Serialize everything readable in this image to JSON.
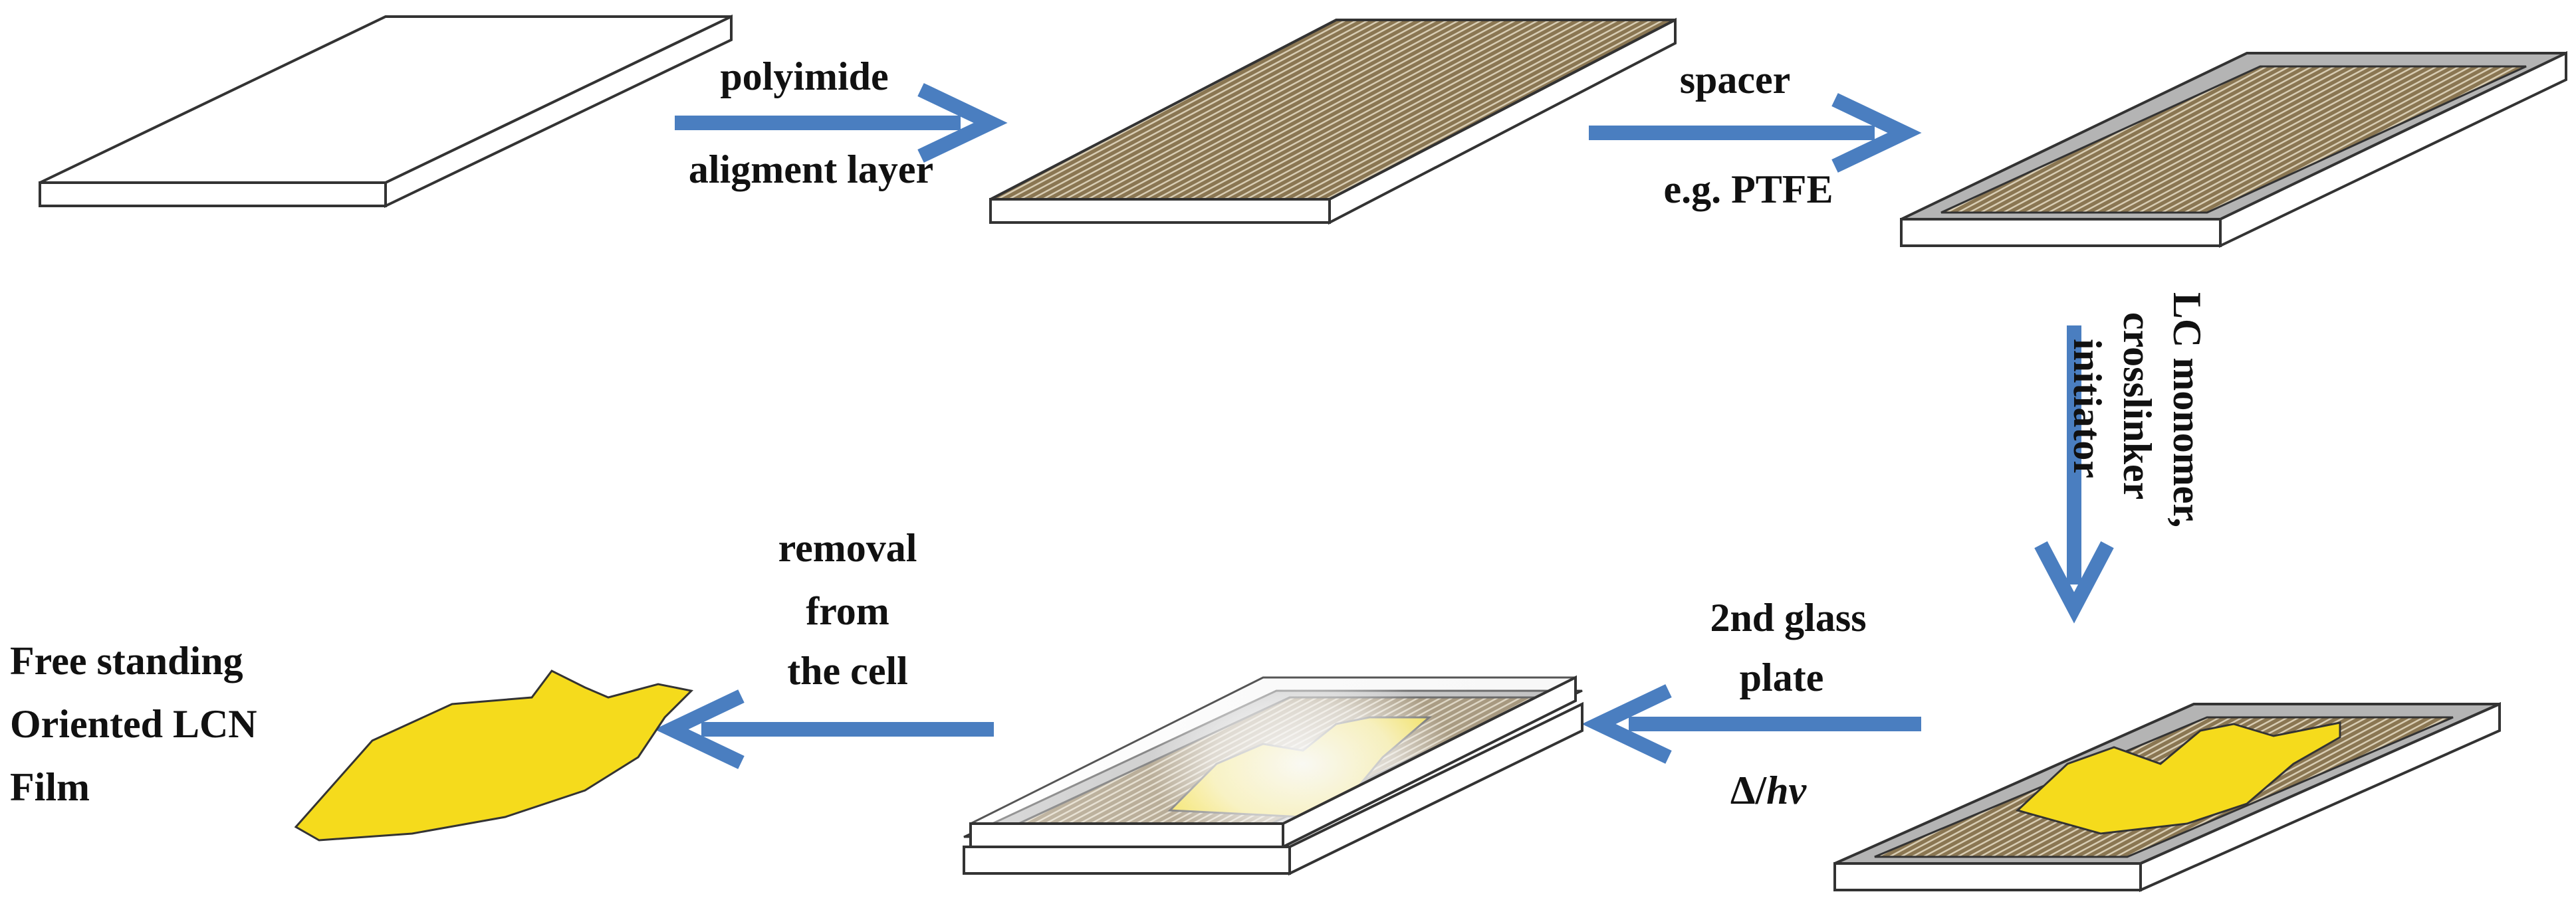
{
  "steps": {
    "polyimide_line1": "polyimide",
    "polyimide_line2": "aligment layer",
    "spacer_line1": "spacer",
    "spacer_line2": "e.g. PTFE",
    "lc_line1": "LC monomer,",
    "lc_line2": "crosslinker",
    "lc_line3": "initiator",
    "glass_line1": "2nd glass",
    "glass_line2": "plate",
    "glass_line3_prefix": "Δ/",
    "glass_line3_italic": "hν",
    "removal_line1": "removal",
    "removal_line2": "from",
    "removal_line3": "the cell",
    "result_line1": "Free standing",
    "result_line2": "Oriented LCN",
    "result_line3": "Film"
  },
  "colors": {
    "arrow": "#4a7ec0",
    "film": "#f5db1c",
    "alignment": "#8a7652",
    "spacer": "#b4b4b4",
    "outline": "#333333"
  }
}
